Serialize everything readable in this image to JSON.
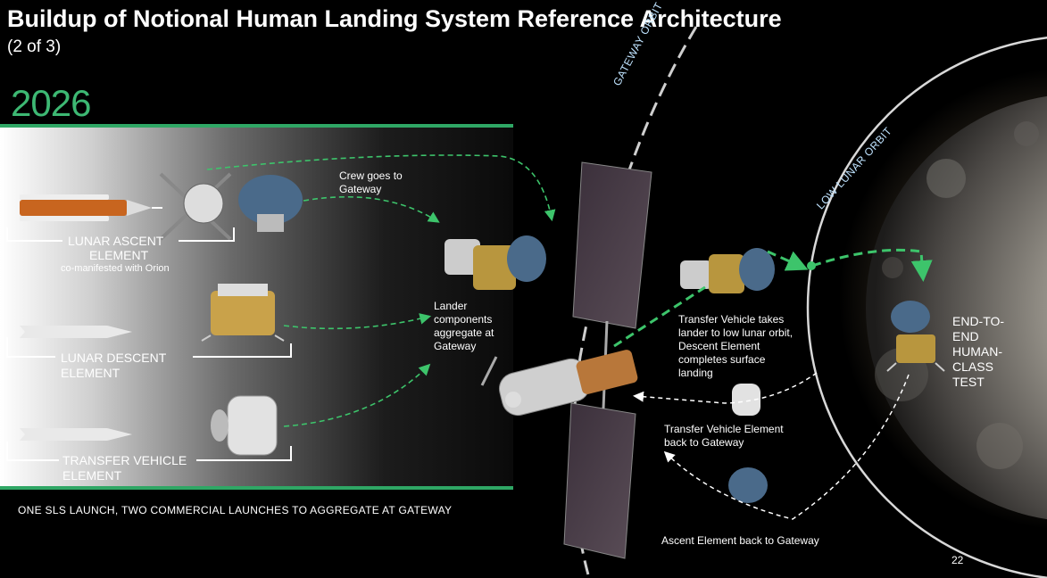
{
  "header": {
    "title": "Buildup of Notional Human Landing System Reference Architecture",
    "subtitle": "(2 of 3)",
    "year": "2026"
  },
  "orbits": {
    "gateway": "GATEWAY ORBIT",
    "low_lunar": "LOW LUNAR ORBIT"
  },
  "elements": {
    "ascent": {
      "label_line1": "LUNAR  ASCENT",
      "label_line2": "ELEMENT",
      "note": "co-manifested with Orion"
    },
    "descent": {
      "label_line1": "LUNAR  DESCENT",
      "label_line2": "ELEMENT"
    },
    "transfer": {
      "label_line1": "TRANSFER VEHICLE",
      "label_line2": "ELEMENT"
    }
  },
  "annotations": {
    "crew": [
      "Crew goes to",
      "Gateway"
    ],
    "lander": [
      "Lander",
      "components",
      "aggregate at",
      "Gateway"
    ],
    "transfer_takes": [
      "Transfer Vehicle takes",
      "lander to  low lunar orbit,",
      "Descent Element",
      "completes surface",
      "landing"
    ],
    "transfer_back": [
      "Transfer Vehicle Element",
      "back to Gateway"
    ],
    "ascent_back": "Ascent Element back to Gateway",
    "test": [
      "END-TO-",
      "END",
      "HUMAN-",
      "CLASS",
      "TEST"
    ]
  },
  "footer": {
    "summary": "ONE  SLS  LAUNCH, TWO  COMMERCIAL  LAUNCHES  TO   AGGREGATE   AT GATEWAY",
    "page": "22"
  },
  "colors": {
    "accent_green": "#2fa765",
    "year_green": "#3db873",
    "arrow_green": "#3dc46b",
    "background": "#000000"
  }
}
